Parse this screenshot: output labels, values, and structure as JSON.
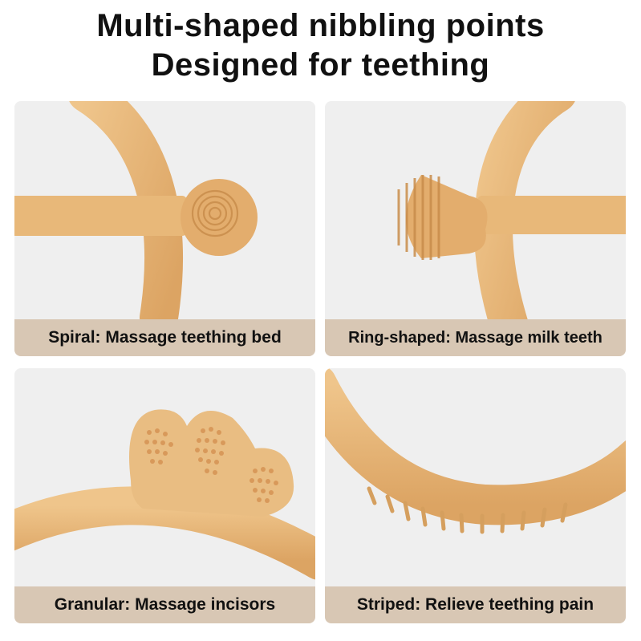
{
  "headline": {
    "line1": "Multi-shaped nibbling points",
    "line2": "Designed for teething"
  },
  "panels": [
    {
      "caption": "Spiral: Massage teething bed",
      "feature_icon": "spiral-nub-icon"
    },
    {
      "caption": "Ring-shaped: Massage milk teeth",
      "feature_icon": "ringed-nub-icon"
    },
    {
      "caption": "Granular: Massage incisors",
      "feature_icon": "paw-granules-icon"
    },
    {
      "caption": "Striped: Relieve teething pain",
      "feature_icon": "striped-ridges-icon"
    }
  ],
  "colors": {
    "silicone": "#e9bd82",
    "silicone_shadow": "#d59f5e",
    "card_bg": "#efefef",
    "caption_bg": "#d8c7b4",
    "text": "#111111"
  }
}
